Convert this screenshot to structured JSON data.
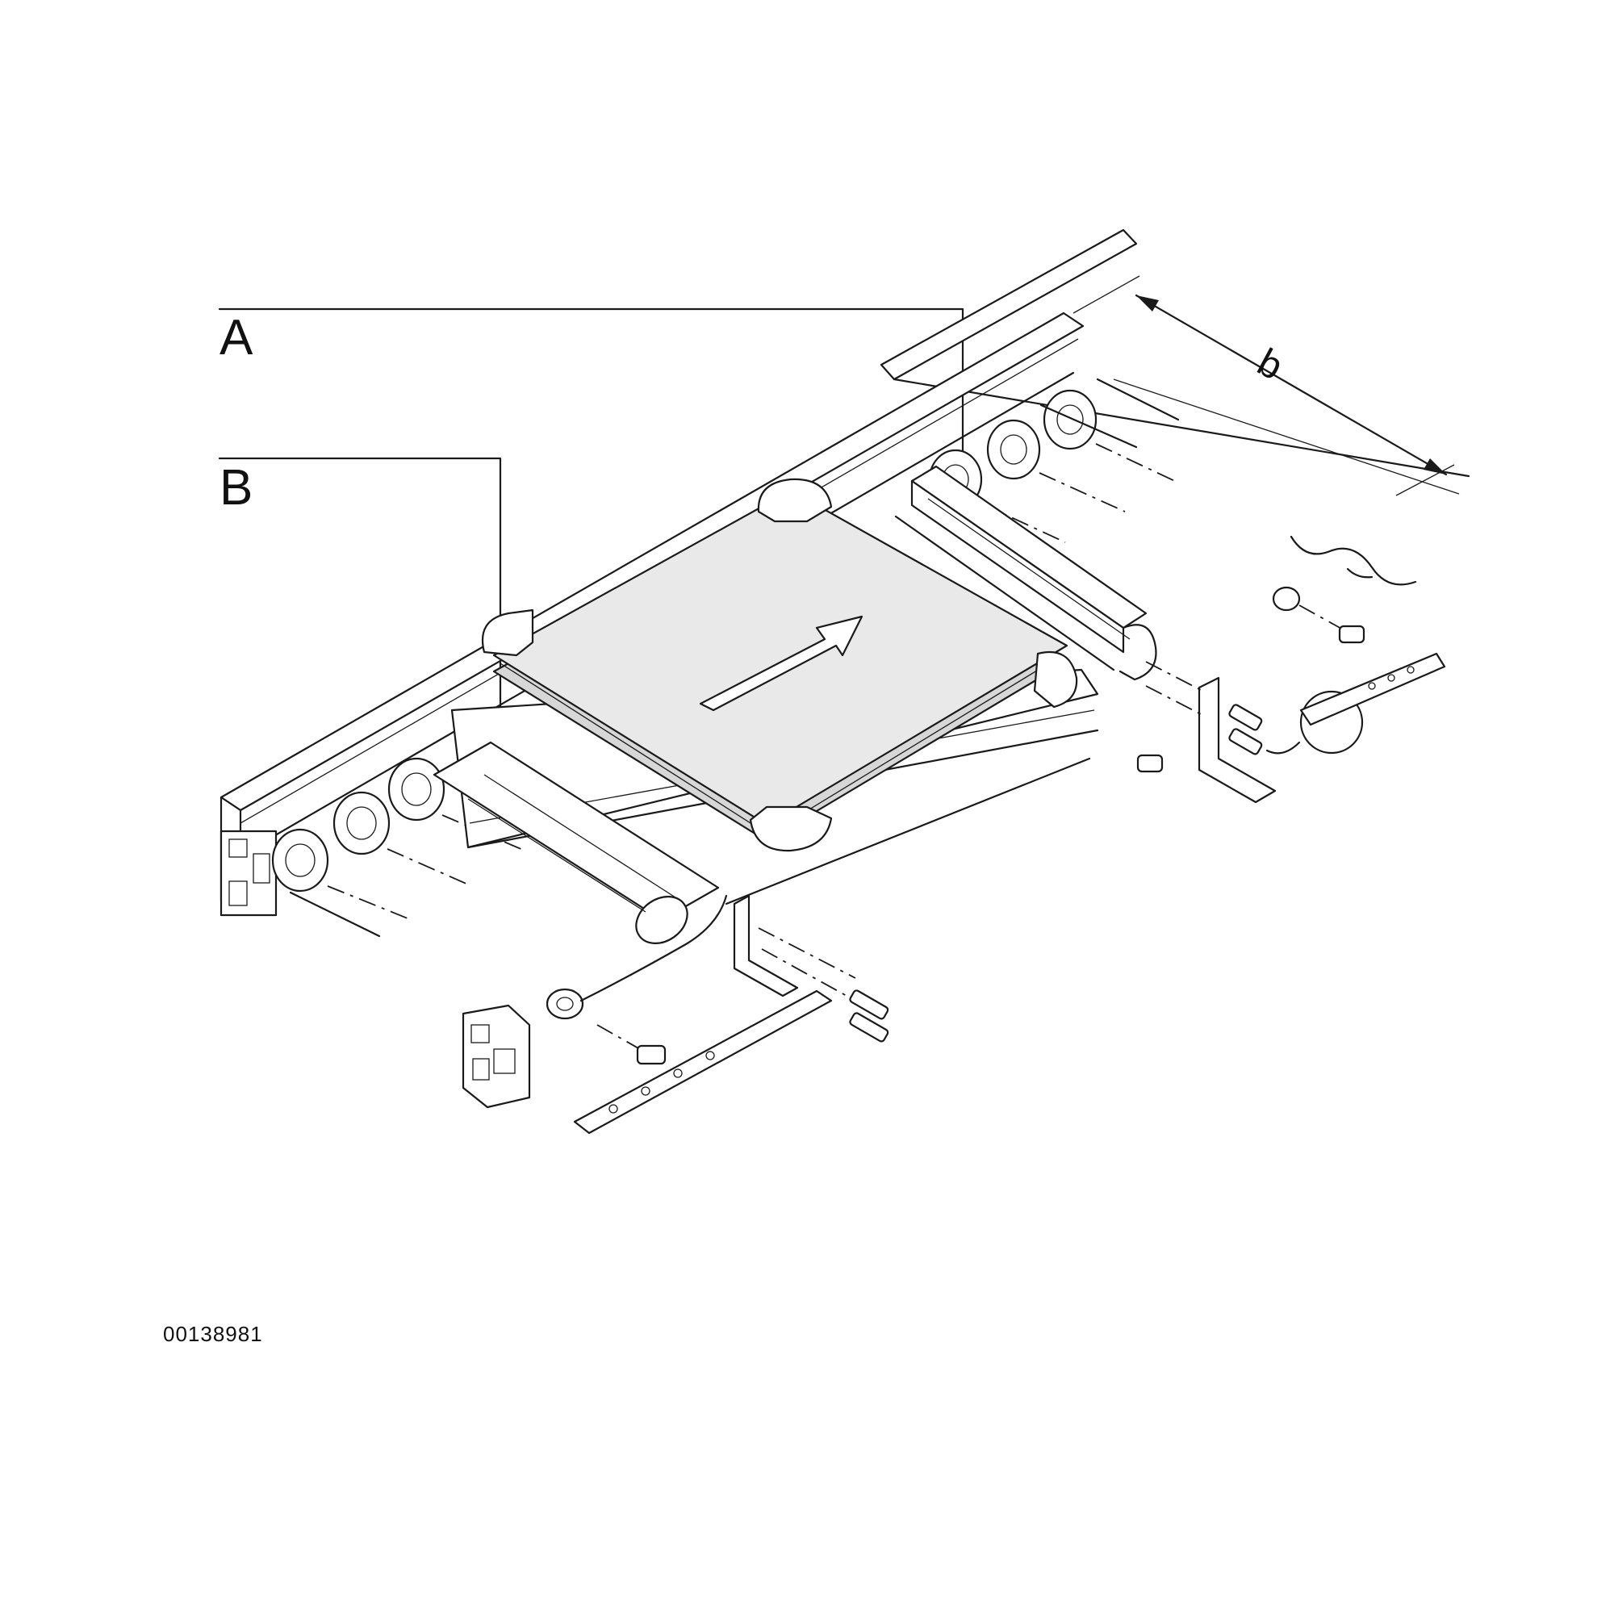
{
  "labels": {
    "callout_a": "A",
    "callout_b": "B",
    "dimension": "b",
    "drawing_number": "00138981"
  },
  "icons": {
    "flow_direction": "arrow-up-right-icon"
  }
}
